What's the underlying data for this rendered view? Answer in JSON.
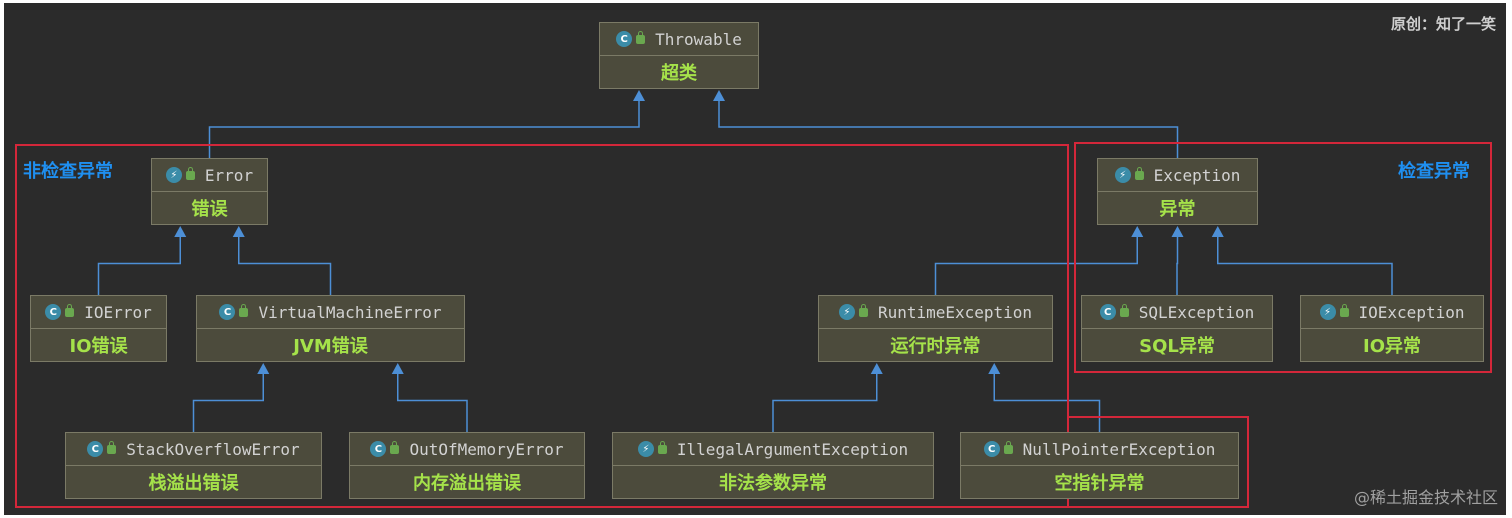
{
  "credit": "原创：知了一笑",
  "watermark": "@稀土掘金技术社区",
  "regions": {
    "unchecked": "非检查异常",
    "checked": "检查异常"
  },
  "nodes": {
    "throwable": {
      "name": "Throwable",
      "label": "超类",
      "icon": "class-icon"
    },
    "error": {
      "name": "Error",
      "label": "错误",
      "icon": "error-class-icon"
    },
    "exception": {
      "name": "Exception",
      "label": "异常",
      "icon": "error-class-icon"
    },
    "ioerror": {
      "name": "IOError",
      "label": "IO错误",
      "icon": "class-icon"
    },
    "vme": {
      "name": "VirtualMachineError",
      "label": "JVM错误",
      "icon": "class-icon"
    },
    "runtime": {
      "name": "RuntimeException",
      "label": "运行时异常",
      "icon": "error-class-icon"
    },
    "sql": {
      "name": "SQLException",
      "label": "SQL异常",
      "icon": "class-icon"
    },
    "ioexc": {
      "name": "IOException",
      "label": "IO异常",
      "icon": "error-class-icon"
    },
    "soe": {
      "name": "StackOverflowError",
      "label": "栈溢出错误",
      "icon": "class-icon"
    },
    "oome": {
      "name": "OutOfMemoryError",
      "label": "内存溢出错误",
      "icon": "class-icon"
    },
    "iae": {
      "name": "IllegalArgumentException",
      "label": "非法参数异常",
      "icon": "error-class-icon"
    },
    "npe": {
      "name": "NullPointerException",
      "label": "空指针异常",
      "icon": "class-icon"
    }
  },
  "edges": [
    {
      "from": "error",
      "to": "throwable"
    },
    {
      "from": "exception",
      "to": "throwable"
    },
    {
      "from": "ioerror",
      "to": "error"
    },
    {
      "from": "vme",
      "to": "error"
    },
    {
      "from": "soe",
      "to": "vme"
    },
    {
      "from": "oome",
      "to": "vme"
    },
    {
      "from": "runtime",
      "to": "exception"
    },
    {
      "from": "sql",
      "to": "exception"
    },
    {
      "from": "ioexc",
      "to": "exception"
    },
    {
      "from": "iae",
      "to": "runtime"
    },
    {
      "from": "npe",
      "to": "runtime"
    }
  ],
  "colors": {
    "background": "#2b2b2b",
    "node_fill": "#4c4b3c",
    "node_border": "#7b7a66",
    "label_green": "#a5e24a",
    "edge_blue": "#4d8fd6",
    "region_red": "#d4273a",
    "region_label_blue": "#1f8ff0"
  }
}
